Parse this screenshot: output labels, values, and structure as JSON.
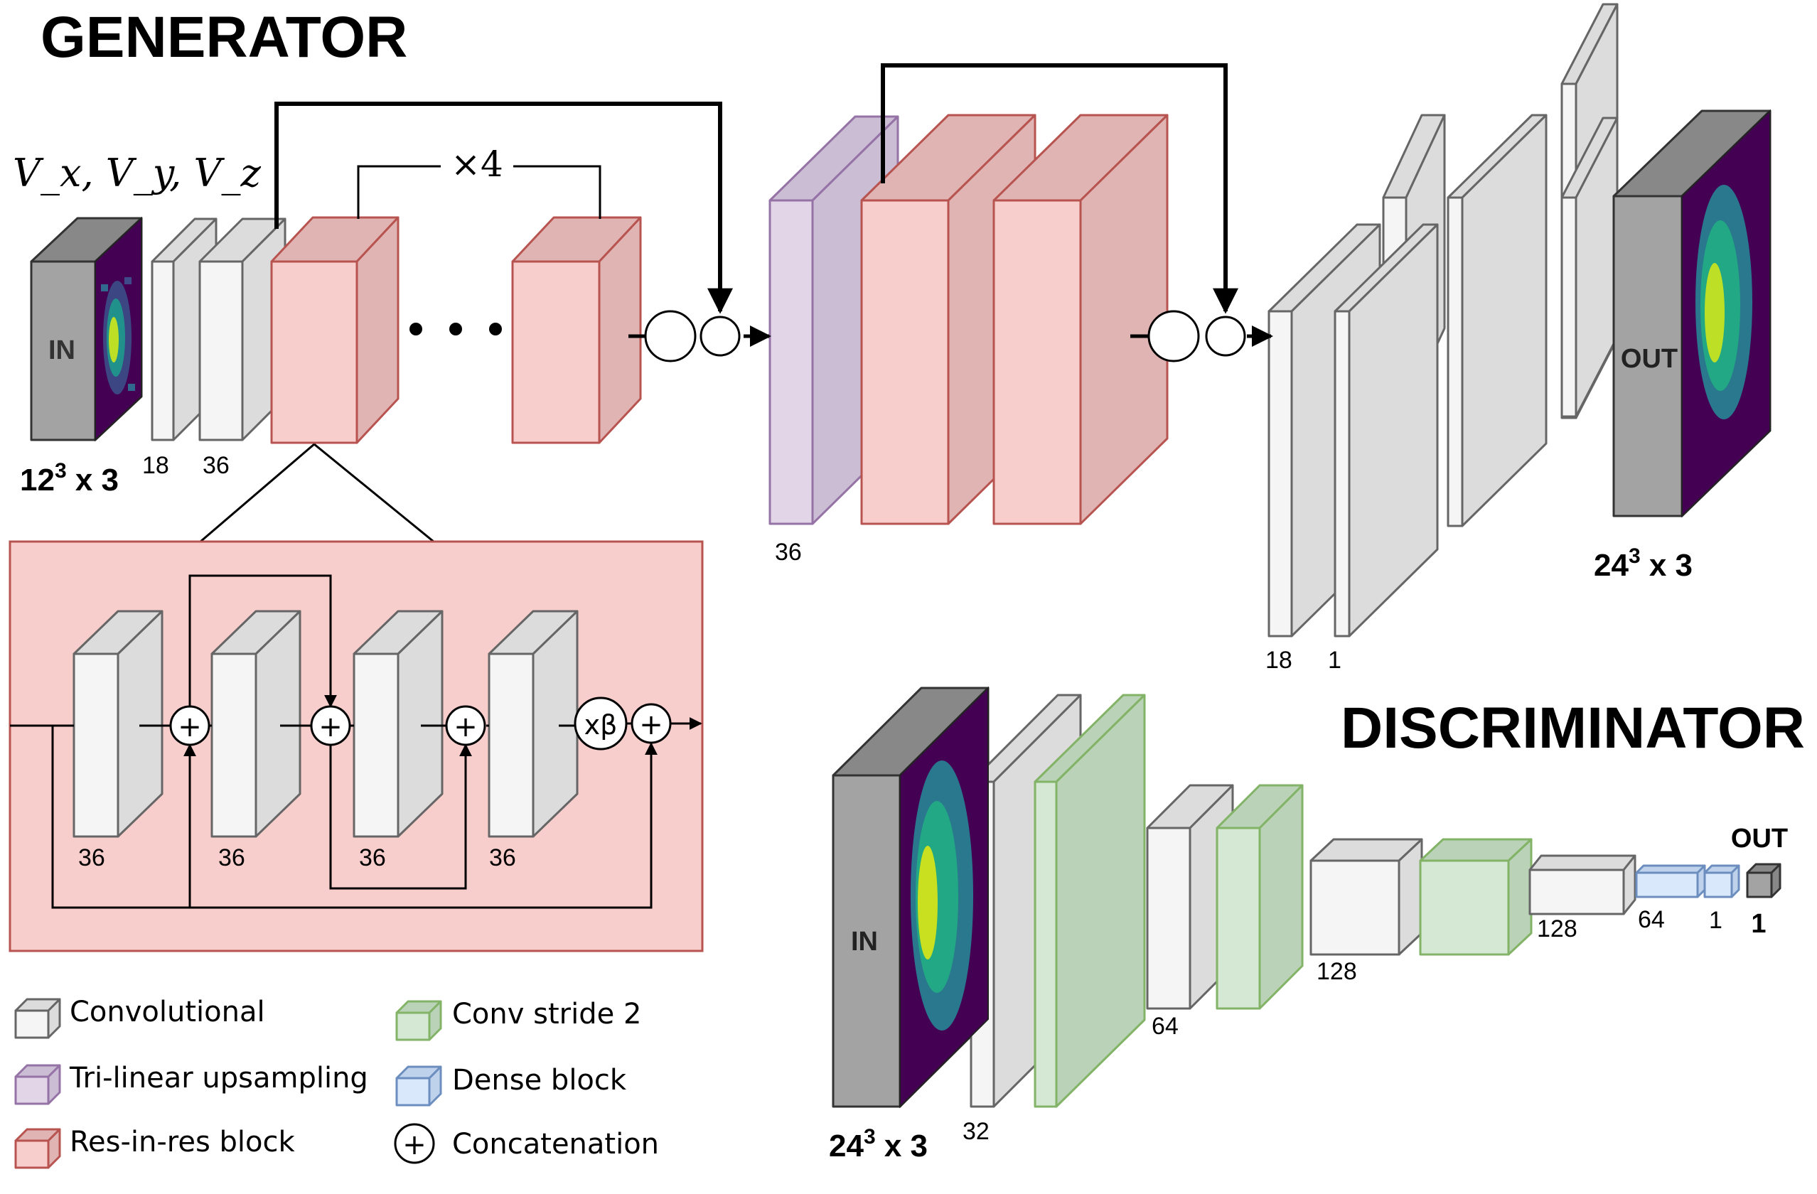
{
  "titles": {
    "generator": "GENERATOR",
    "discriminator": "DISCRIMINATOR"
  },
  "generator": {
    "input_vars": "V_x, V_y, V_z",
    "in_label": "IN",
    "in_size_base": "12",
    "in_size_exp": "3",
    "in_size_tail": " x 3",
    "ch_conv1": "18",
    "ch_conv2": "36",
    "repeat": "×4",
    "beta": "xβ",
    "plus": "+",
    "ch_up": "36",
    "ch_out1": "18",
    "ch_out2": "1",
    "out_label": "OUT",
    "out_size_base": "24",
    "out_size_exp": "3",
    "out_size_tail": " x 3",
    "resblock": {
      "ch1": "36",
      "ch2": "36",
      "ch3": "36",
      "ch4": "36",
      "beta": "xβ"
    }
  },
  "discriminator": {
    "in_label": "IN",
    "in_size_base": "24",
    "in_size_exp": "3",
    "in_size_tail": " x 3",
    "ch1": "32",
    "ch2": "64",
    "ch3": "128",
    "ch4": "128",
    "ch5": "64",
    "ch6": "1",
    "out_label": "OUT",
    "out_value": "1"
  },
  "legend": {
    "conv": "Convolutional",
    "up": "Tri-linear upsampling",
    "res": "Res-in-res block",
    "stride": "Conv stride 2",
    "dense": "Dense block",
    "concat": "Concatenation",
    "concat_symbol": "+"
  },
  "colors": {
    "conv_front": "#f5f5f5",
    "conv_side": "#dcdcdc",
    "conv_stroke": "#666666",
    "res_front": "#f8cecc",
    "res_side": "#e0b4b3",
    "res_stroke": "#b85450",
    "up_front": "#e1d5e7",
    "up_side": "#cbbdd4",
    "up_stroke": "#9673a6",
    "stride_front": "#d5e8d4",
    "stride_side": "#bad3b8",
    "stride_stroke": "#82b366",
    "dense_front": "#dae8fc",
    "dense_side": "#bfd2ec",
    "dense_stroke": "#6c8ebf",
    "io_front": "#a3a3a3",
    "io_side": "#888888",
    "heatmap_bg": "#440154"
  }
}
